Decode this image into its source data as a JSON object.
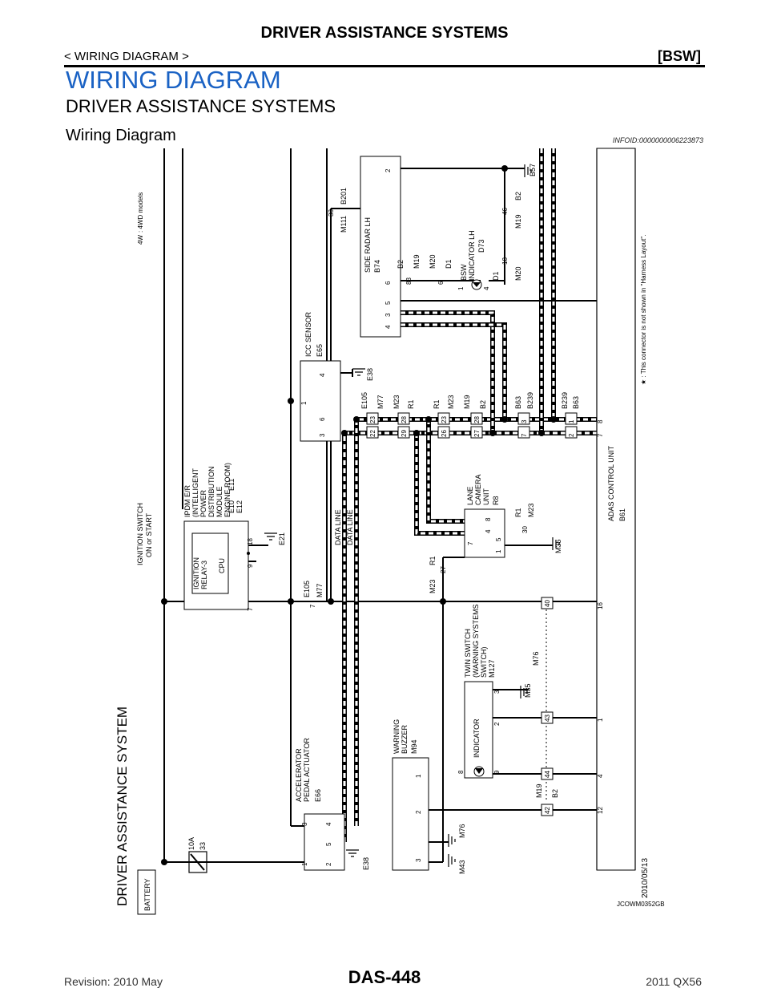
{
  "header": {
    "title": "DRIVER ASSISTANCE SYSTEMS",
    "breadcrumb": "< WIRING DIAGRAM >",
    "tag": "[BSW]"
  },
  "section": {
    "h1": "WIRING DIAGRAM",
    "h2": "DRIVER ASSISTANCE SYSTEMS",
    "h3": "Wiring Diagram",
    "info_id": "INFOID:0000000006223873"
  },
  "diagram": {
    "system_title": "DRIVER ASSISTANCE SYSTEM",
    "date": "2010/05/13",
    "drawing_code": "JCOWM0352GB",
    "battery": "BATTERY",
    "fuse_amp": "10A",
    "fuse_num": "33",
    "ign_switch_1": "IGNITION SWITCH",
    "ign_switch_2": "ON or START",
    "legend_tag": "4W",
    "legend_text": ": 4WD models",
    "ipdm_lines": [
      "IPDM E/R",
      "(INTELLIGENT",
      "POWER",
      "DISTRIBUTION",
      "MODULE",
      "ENGINE ROOM)"
    ],
    "ipdm_conns": [
      "E10",
      "E11",
      "E12"
    ],
    "ign_relay_1": "IGNITION",
    "ign_relay_2": "RELAY-3",
    "cpu": "CPU",
    "e21": "E21",
    "pin_18": "18",
    "pin_9": "9",
    "pin_7": "7",
    "accel_1": "ACCELERATOR",
    "accel_2": "PEDAL ACTUATOR",
    "accel_conn": "E66",
    "accel_pins": [
      "3",
      "4",
      "5",
      "2",
      "1"
    ],
    "e38": "E38",
    "data_line": "DATA LINE",
    "e105": "E105",
    "m77": "M77",
    "jc_7": "7",
    "icc_1": "ICC SENSOR",
    "icc_conn": "E65",
    "icc_pins": [
      "1",
      "4",
      "3",
      "6"
    ],
    "radar_1": "SIDE RADAR LH",
    "radar_conn": "B74",
    "radar_pins": [
      "2",
      "6",
      "5",
      "3",
      "4"
    ],
    "radar_jc_conns": [
      "M111",
      "B201"
    ],
    "radar_jc_pin": "33",
    "bsw_1": "BSW",
    "bsw_2": "INDICATOR LH",
    "bsw_conn": "D73",
    "bsw_pins": [
      "1",
      "4"
    ],
    "chain_conns": [
      "B2",
      "M19",
      "M20",
      "D1"
    ],
    "chain_pins": [
      "83",
      "6"
    ],
    "jc2_conns": [
      "D1",
      "M20",
      "M19",
      "B2"
    ],
    "jc2_pins": [
      "18",
      "46"
    ],
    "b57": "B57",
    "rows_left": [
      "E105",
      "M77",
      "M23",
      "R1",
      "R1",
      "M23",
      "M19",
      "B2",
      "B63",
      "B239",
      "B239",
      "B63"
    ],
    "rows_pins_a": [
      "22",
      "29",
      "26",
      "27",
      "7",
      "2"
    ],
    "rows_pins_b": [
      "23",
      "28",
      "23",
      "28",
      "3",
      "1"
    ],
    "lane_1": "LANE",
    "lane_2": "CAMERA",
    "lane_3": "UNIT",
    "lane_conn": "R8",
    "lane_pins": [
      "8",
      "4",
      "7",
      "5",
      "1"
    ],
    "lane_jc": [
      "R1",
      "M23"
    ],
    "lane_jc_pin": "30",
    "m35": "M35",
    "r1": "R1",
    "m23": "M23",
    "lane_pin_27": "27",
    "adas_1": "ADAS CONTROL UNIT",
    "adas_conn": "B61",
    "adas_pins": [
      "8",
      "7",
      "16",
      "1",
      "4",
      "12"
    ],
    "twin_1": "TWIN SWITCH",
    "twin_2": "(WARNING SYSTEMS",
    "twin_3": "SWITCH)",
    "twin_conn": "M127",
    "twin_pins": [
      "3",
      "2",
      "8",
      "9"
    ],
    "indicator": "INDICATOR",
    "m76": "M76",
    "m35b": "M35",
    "buzzer_1": "WARNING",
    "buzzer_2": "BUZZER",
    "buzzer_conn": "M94",
    "buzzer_pins": [
      "1",
      "2",
      "3"
    ],
    "m43": "M43",
    "harness_pins": [
      "40",
      "43",
      "44",
      "42"
    ],
    "harness_conns": [
      "M19",
      "B2"
    ],
    "note": "★ : This connector is not shown in \"Harness Layout\"."
  },
  "footer": {
    "revision": "Revision: 2010 May",
    "page": "DAS-448",
    "model": "2011 QX56"
  }
}
